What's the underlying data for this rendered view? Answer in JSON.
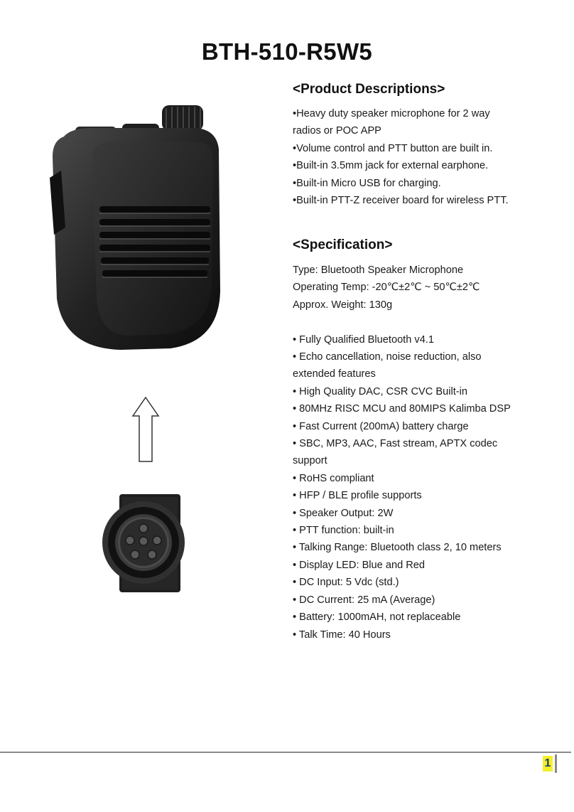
{
  "header": {
    "title": "BTH-510-R5W5"
  },
  "product_descriptions": {
    "heading": "<Product Descriptions>",
    "lines": [
      "•Heavy duty speaker microphone for 2 way",
      "radios or POC APP",
      "•Volume control and PTT button are built in.",
      "•Built-in 3.5mm jack for external earphone.",
      "•Built-in Micro USB for charging.",
      "•Built-in PTT-Z receiver board for wireless PTT."
    ]
  },
  "specification": {
    "heading": "<Specification>",
    "basic": [
      "Type: Bluetooth Speaker Microphone",
      "Operating Temp: -20℃±2℃  ~ 50℃±2℃",
      "Approx. Weight: 130g"
    ],
    "features": [
      "• Fully Qualified Bluetooth v4.1",
      "• Echo cancellation, noise reduction, also",
      "extended features",
      "• High Quality DAC, CSR CVC Built-in",
      "• 80MHz RISC MCU and 80MIPS Kalimba DSP",
      "• Fast Current (200mA) battery charge",
      "• SBC, MP3, AAC, Fast stream, APTX codec",
      "support",
      "• RoHS compliant",
      "• HFP / BLE profile supports",
      "• Speaker Output: 2W",
      "• PTT function: built-in",
      "• Talking Range: Bluetooth class 2, 10 meters",
      "• Display LED: Blue and Red",
      "• DC Input: 5 Vdc (std.)",
      "• DC Current: 25 mA (Average)",
      "• Battery: 1000mAH, not replaceable",
      "• Talk Time: 40 Hours"
    ]
  },
  "footer": {
    "page_number": "1"
  },
  "colors": {
    "page_badge_bg": "#f2ef2a",
    "page_number": "#1a3a6e",
    "rule": "#8a8a8a"
  }
}
